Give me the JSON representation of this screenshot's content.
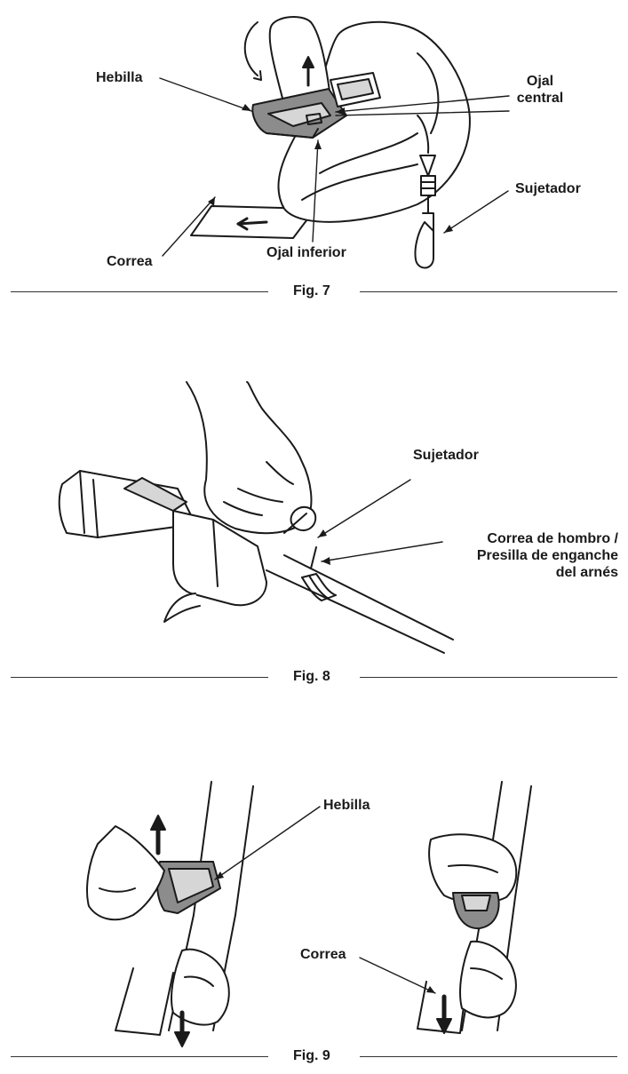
{
  "figures": [
    {
      "caption": "Fig. 7",
      "labels": {
        "buckle": "Hebilla",
        "center_eyelet_line1": "Ojal",
        "center_eyelet_line2": "central",
        "fastener": "Sujetador",
        "strap": "Correa",
        "lower_eyelet": "Ojal inferior"
      }
    },
    {
      "caption": "Fig. 8",
      "labels": {
        "fastener": "Sujetador",
        "loop_line1": "Correa de hombro /",
        "loop_line2": "Presilla de enganche",
        "loop_line3": "del arnés"
      }
    },
    {
      "caption": "Fig. 9",
      "labels": {
        "buckle": "Hebilla",
        "strap": "Correa"
      }
    }
  ],
  "colors": {
    "line": "#1a1a1a",
    "buckle_gray": "#8c8c8c",
    "light_gray": "#d6d6d6"
  }
}
